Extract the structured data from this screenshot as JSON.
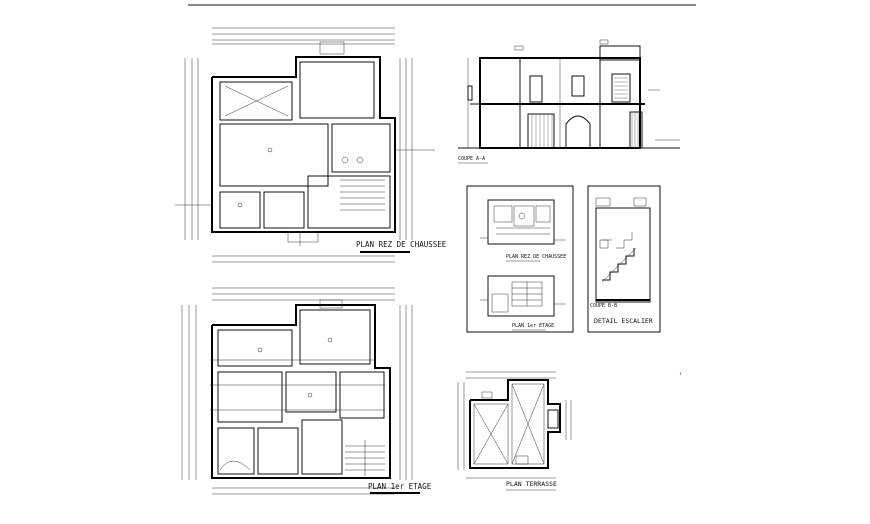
{
  "sheet": {
    "labels": {
      "plan_rdc": "PLAN REZ DE CHAUSSEE",
      "plan_etage": "PLAN 1er ETAGE",
      "plan_terrasse": "PLAN TERRASSE",
      "coupe_aa": "COUPE A-A",
      "plan_rdc_small": "PLAN REZ DE CHAUSSEE",
      "plan_etage_small": "PLAN 1er ETAGE",
      "coupe_bb": "COUPE B-B",
      "detail_escalier": "DETAIL ESCALIER"
    },
    "colors": {
      "line": "#111111",
      "background": "#ffffff"
    }
  }
}
